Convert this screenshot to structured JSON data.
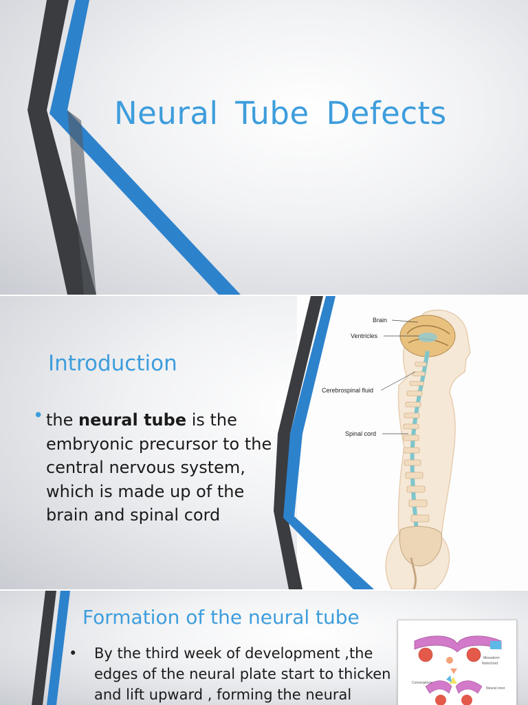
{
  "slide1": {
    "title": "Neural  Tube  Defects"
  },
  "slide2": {
    "heading": "Introduction",
    "bullet_bold": "neural tube",
    "bullet_pre": "the ",
    "bullet_post": " is the embryonic precursor to the central nervous system, which is made up of the brain and spinal cord",
    "figure_labels": {
      "brain": "Brain",
      "ventricles": "Ventricles",
      "csf": "Cerebrospinal fluid",
      "spinal_cord": "Spinal cord"
    }
  },
  "slide3": {
    "heading": "Formation of the neural tube",
    "bullet": "By the third week of development ,the edges of the neural plate start to thicken and lift upward , forming the neural folds.",
    "figure_labels": {
      "mesoderm": "Mesoderm",
      "notochord": "Notochord",
      "convergence": "Convergence",
      "neural_crest": "Neural crest"
    }
  },
  "colors": {
    "accent_blue": "#3d9ddc",
    "deco_dark": "#3a3c40",
    "deco_blue": "#2d82cc"
  }
}
